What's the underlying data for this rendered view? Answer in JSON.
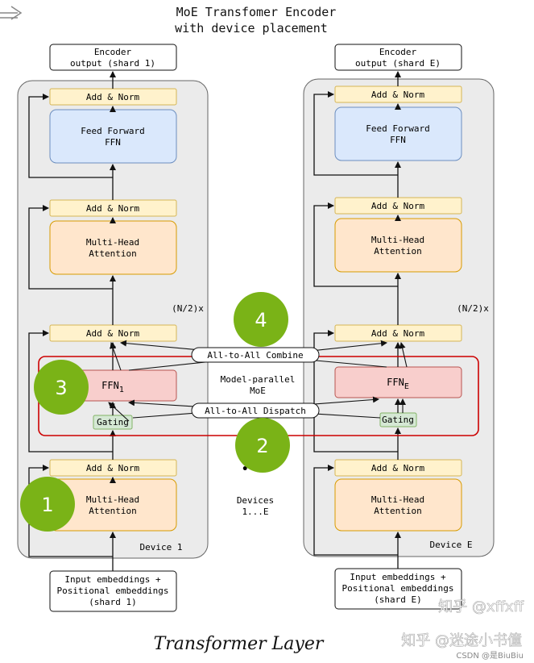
{
  "title_line1": "MoE Transfomer Encoder",
  "title_line2": "with device placement",
  "left": {
    "output_line1": "Encoder",
    "output_line2": "output (shard 1)",
    "add_norm": "Add & Norm",
    "ff_line1": "Feed Forward",
    "ff_line2": "FFN",
    "mha_line1": "Multi-Head",
    "mha_line2": "Attention",
    "ffn_base": "FFN",
    "ffn_sub": "1",
    "gating": "Gating",
    "device_label": "Device 1",
    "input_line1": "Input embeddings +",
    "input_line2": "Positional embeddings",
    "input_line3": "(shard 1)"
  },
  "right": {
    "output_line1": "Encoder",
    "output_line2": "output (shard E)",
    "add_norm": "Add & Norm",
    "ff_line1": "Feed Forward",
    "ff_line2": "FFN",
    "mha_line1": "Multi-Head",
    "mha_line2": "Attention",
    "ffn_base": "FFN",
    "ffn_sub": "E",
    "gating": "Gating",
    "device_label": "Device E",
    "input_line1": "Input embeddings +",
    "input_line2": "Positional embeddings",
    "input_line3": "(shard E)"
  },
  "repeat_label": "(N/2)x",
  "combine_label": "All-to-All Combine",
  "dispatch_label": "All-to-All Dispatch",
  "moe_line1": "Model-parallel",
  "moe_line2": "MoE",
  "devices_line1": "Devices",
  "devices_line2": "1...E",
  "devices_dots": "• • •",
  "bottom_caption": "Transformer Layer",
  "badges": [
    "1",
    "2",
    "3",
    "4"
  ],
  "watermark_line1": "知乎 @xffxff",
  "watermark_line2": "知乎 @迷途小书僮",
  "watermark_line3": "CSDN @是BiuBiu",
  "colors": {
    "add_norm_fill": "#fff2cc",
    "add_norm_stroke": "#d6b656",
    "ff_fill": "#dae8fc",
    "ff_stroke": "#6c8ebf",
    "mha_fill": "#ffe6cc",
    "mha_stroke": "#d79b00",
    "ffn_fill": "#f8cecc",
    "ffn_stroke": "#b85450",
    "gating_fill": "#d5e8d4",
    "gating_stroke": "#82b366",
    "moe_border": "#cc0000",
    "device_fill": "#ebebeb",
    "badge_green": "#7ab317"
  }
}
